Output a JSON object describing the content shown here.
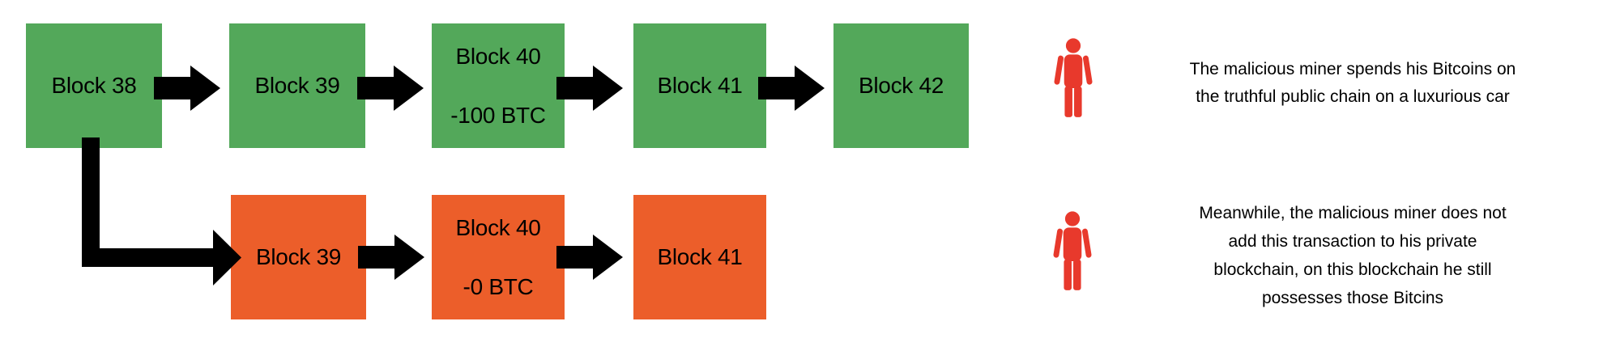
{
  "colors": {
    "chain_green": "#53A85A",
    "chain_orange": "#EC5E2A",
    "person_red": "#E8392C",
    "arrow_black": "#000000",
    "text_black": "#000000",
    "background": "#FFFFFF"
  },
  "icons": {
    "flow_arrow": "arrow-right-icon",
    "fork_arrow": "elbow-arrow-icon",
    "actor": "person-icon"
  },
  "public_chain": {
    "blocks": [
      {
        "label": "Block 38"
      },
      {
        "label": "Block 39"
      },
      {
        "label": "Block 40",
        "sublabel": "-100 BTC"
      },
      {
        "label": "Block 41"
      },
      {
        "label": "Block 42"
      }
    ],
    "caption_lines": [
      "The malicious miner spends his Bitcoins on",
      "the truthful public chain on a luxurious car"
    ]
  },
  "private_chain": {
    "blocks": [
      {
        "label": "Block 39"
      },
      {
        "label": "Block 40",
        "sublabel": "-0 BTC"
      },
      {
        "label": "Block 41"
      }
    ],
    "caption_lines": [
      "Meanwhile, the malicious miner does not",
      "add this transaction to his private",
      "blockchain, on this blockchain he still",
      "possesses those Bitcins"
    ]
  }
}
